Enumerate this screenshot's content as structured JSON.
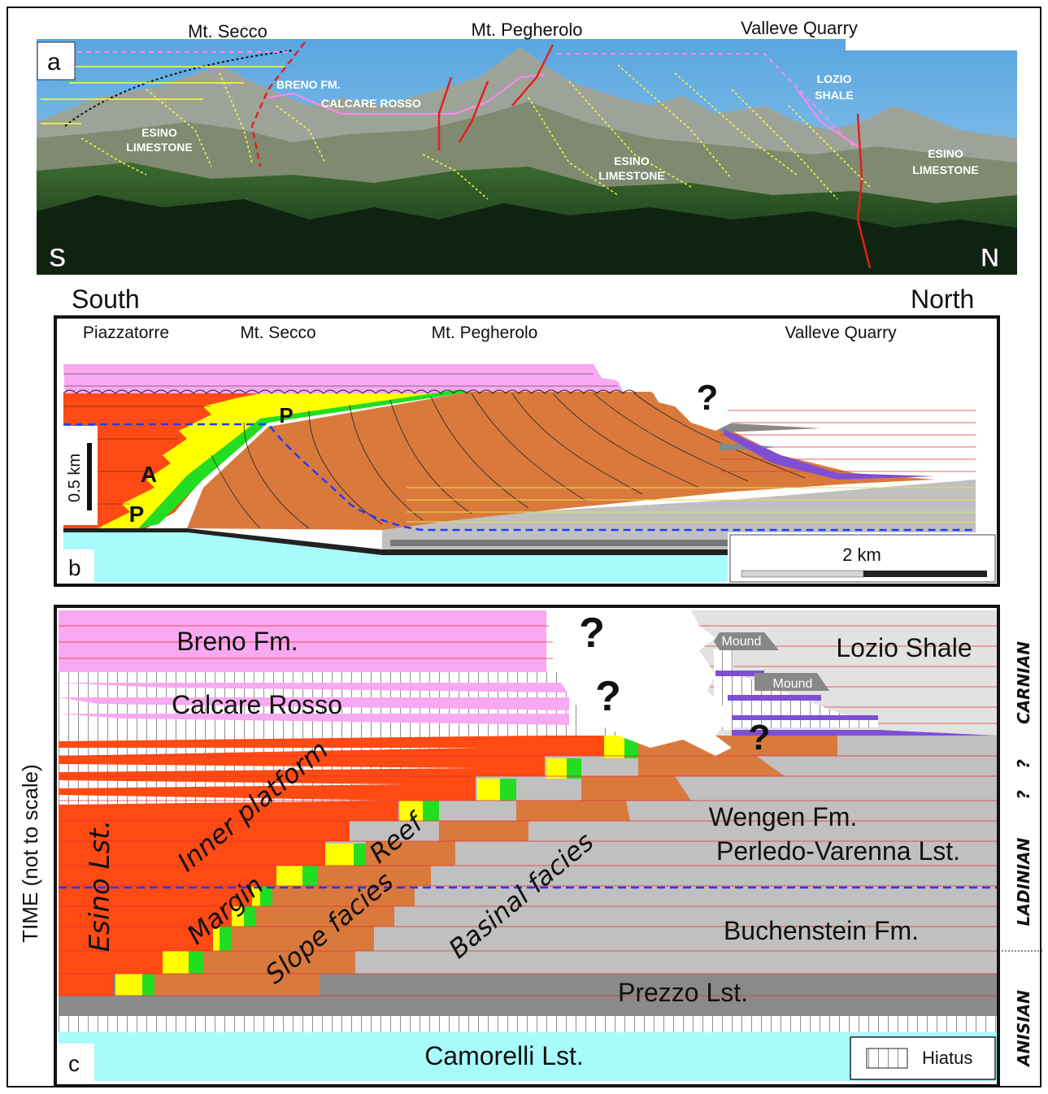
{
  "panel_a": {
    "letter": "a",
    "peaks": {
      "secco": "Mt. Secco",
      "pegherolo": "Mt. Pegherolo",
      "valleve": "Valleve Quarry"
    },
    "units": {
      "breno": "BRENO FM.",
      "calcare_rosso": "CALCARE ROSSO",
      "lozio": [
        "LOZIO",
        "SHALE"
      ],
      "esino_1": [
        "ESINO",
        "LIMESTONE"
      ],
      "esino_2": [
        "ESINO",
        "LIMESTONE"
      ],
      "esino_3": [
        "ESINO",
        "LIMESTONE"
      ]
    },
    "south": "S",
    "north": "N"
  },
  "directions": {
    "south": "South",
    "north": "North"
  },
  "panel_b": {
    "letter": "b",
    "locations": {
      "piazzatorre": "Piazzatorre",
      "secco": "Mt. Secco",
      "pegherolo": "Mt. Pegherolo",
      "valleve": "Valleve Quarry"
    },
    "scale_vertical": "0.5 km",
    "scale_horizontal": "2 km",
    "question": "?",
    "marks": {
      "p_upper": "P",
      "a": "A",
      "p_lower": "P"
    }
  },
  "panel_c": {
    "letter": "c",
    "y_axis": "TIME (not to scale)",
    "formations": {
      "breno": "Breno Fm.",
      "calcare_rosso": "Calcare Rosso",
      "lozio": "Lozio Shale",
      "wengen": "Wengen Fm.",
      "perledo": "Perledo-Varenna Lst.",
      "buchenstein": "Buchenstein Fm.",
      "prezzo": "Prezzo Lst.",
      "camorelli": "Camorelli Lst.",
      "esino": "Esino Lst."
    },
    "facies": {
      "inner": "Inner platform",
      "reef": "Reef",
      "margin": "Margin",
      "slope": "Slope facies",
      "basinal": "Basinal facies"
    },
    "mound_1": "Mound",
    "mound_2": "Mound",
    "questions": [
      "?",
      "?",
      "?"
    ],
    "legend_hiatus": "Hiatus",
    "stages": {
      "carnian": "CARNIAN",
      "q1": "?",
      "q2": "?",
      "ladinian": "LADINIAN",
      "anisian": "ANISIAN"
    }
  },
  "colors": {
    "pink": "#f9a8f2",
    "red_orange": "#ff4a14",
    "brown_orange": "#d97a3c",
    "yellow": "#ffff00",
    "green": "#22dd22",
    "grey": "#c0c0c0",
    "dark_grey": "#888888",
    "cyan": "#a8fbfb",
    "purple": "#7e4fd6",
    "blue_dash": "#1e3cff"
  }
}
